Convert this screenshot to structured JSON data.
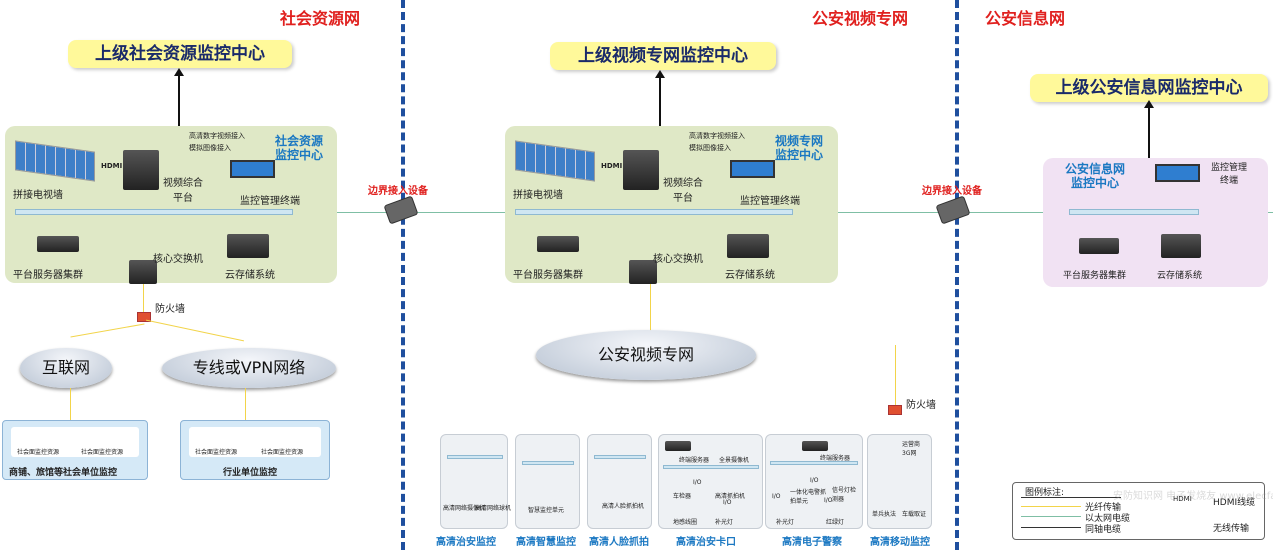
{
  "sections": {
    "social": "社会资源网",
    "video": "公安视频专网",
    "info": "公安信息网"
  },
  "upper": {
    "social": "上级社会资源监控中心",
    "video": "上级视频专网监控中心",
    "info": "上级公安信息网监控中心"
  },
  "social_center": {
    "title1": "社会资源",
    "title2": "监控中心",
    "hd_input": "高清数字视频接入",
    "analog_input": "模拟图像接入",
    "hdmi": "HDMI",
    "video_wall": "拼接电视墙",
    "platform1": "视频综合",
    "platform2": "平台",
    "terminal": "监控管理终端",
    "servers": "平台服务器集群",
    "core_switch": "核心交换机",
    "storage": "云存储系统"
  },
  "video_center": {
    "title1": "视频专网",
    "title2": "监控中心",
    "hd_input": "高清数字视频接入",
    "analog_input": "模拟图像接入",
    "hdmi": "HDMI",
    "video_wall": "拼接电视墙",
    "platform1": "视频综合",
    "platform2": "平台",
    "terminal": "监控管理终端",
    "servers": "平台服务器集群",
    "core_switch": "核心交换机",
    "storage": "云存储系统"
  },
  "info_center": {
    "title1": "公安信息网",
    "title2": "监控中心",
    "terminal1": "监控管理",
    "terminal2": "终端",
    "servers": "平台服务器集群",
    "storage": "云存储系统"
  },
  "boundary": "边界接入设备",
  "firewall": "防火墙",
  "clouds": {
    "internet": "互联网",
    "vpn": "专线或VPN网络",
    "video_net": "公安视频专网"
  },
  "social_boxes": [
    {
      "res1": "社会面监控资源",
      "res2": "社会面监控资源",
      "label": "商铺、旅馆等社会单位监控"
    },
    {
      "res1": "社会面监控资源",
      "res2": "社会面监控资源",
      "label": "行业单位监控"
    }
  ],
  "front": [
    {
      "label": "高清治安监控",
      "items": [
        "高清网络摄像机",
        "高清网络球机"
      ]
    },
    {
      "label": "高清智慧监控",
      "items": [
        "智慧监控单元"
      ]
    },
    {
      "label": "高清人脸抓拍",
      "items": [
        "高清人脸抓拍机"
      ]
    },
    {
      "label": "高清治安卡口",
      "items": [
        "终端服务器",
        "全景摄像机",
        "I/O",
        "车检器",
        "高清抓拍机",
        "I/O",
        "地感线圈",
        "补光灯"
      ]
    },
    {
      "label": "高清电子警察",
      "items": [
        "终端服务器",
        "I/O",
        "一体化电警抓拍单元",
        "信号灯检测器",
        "I/O",
        "I/O",
        "补光灯",
        "红绿灯"
      ]
    },
    {
      "label": "高清移动监控",
      "items": [
        "运营商3G网",
        "单兵执法",
        "车载取证"
      ]
    }
  ],
  "legend": {
    "title": "图例标注:",
    "fiber": "光纤传输",
    "ethernet": "以太网电缆",
    "coax": "同轴电缆",
    "hdmi_tag": "HDMI",
    "hdmi": "HDMI线缆",
    "wireless": "无线传输",
    "watermark": "安防知识网 电子发烧友 www.elecfans.com"
  },
  "colors": {
    "section_title": "#e0201e",
    "divider": "#1f4f9e",
    "center_title": "#1b78c2",
    "upper_box": "#fff99a"
  }
}
